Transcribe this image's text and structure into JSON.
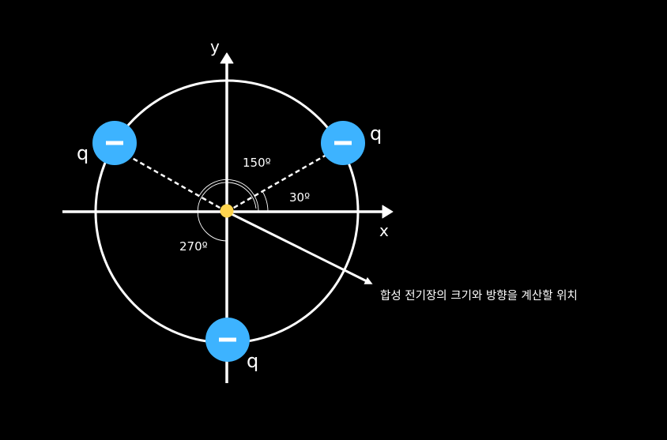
{
  "axes": {
    "x_label": "x",
    "y_label": "y"
  },
  "colors": {
    "background": "#000000",
    "line": "#ffffff",
    "charge": "#3db3ff",
    "center_point": "#ffd54f"
  },
  "charges": [
    {
      "id": "upper-right",
      "angle_deg": 30,
      "sign": "−",
      "label": "q"
    },
    {
      "id": "upper-left",
      "angle_deg": 150,
      "sign": "−",
      "label": "q"
    },
    {
      "id": "bottom",
      "angle_deg": 270,
      "sign": "−",
      "label": "q"
    }
  ],
  "angles": {
    "a30": "30º",
    "a150": "150º",
    "a270": "270º"
  },
  "target_point": {
    "label": "합성 전기장의 크기와 방향을 계산할 위치"
  }
}
